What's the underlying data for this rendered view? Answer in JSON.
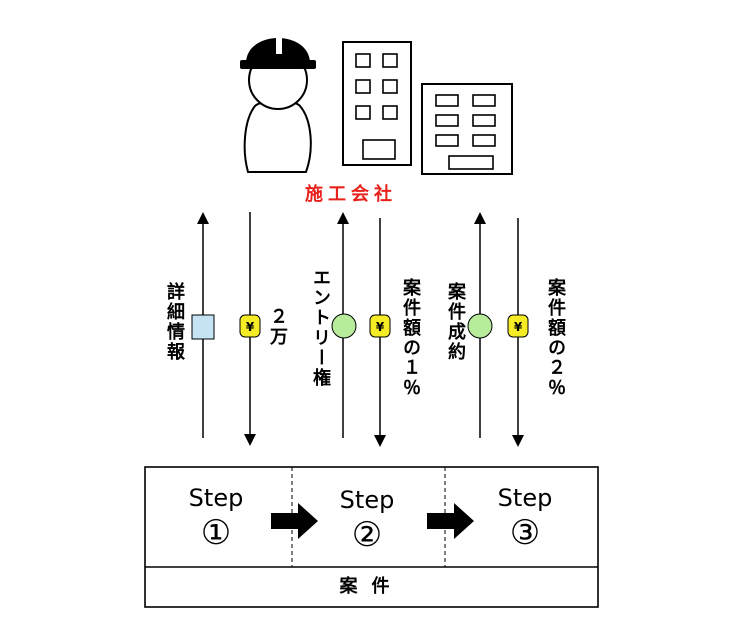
{
  "company": {
    "label": "施工会社"
  },
  "flows": {
    "detail_info": "詳細情報",
    "fee_step1": "２万",
    "entry_right": "エントリー権",
    "fee_step2": "案件額の１％",
    "contract": "案件成約",
    "fee_step3": "案件額の２％",
    "yen_symbol": "¥"
  },
  "steps": [
    {
      "label": "Step",
      "number": "①"
    },
    {
      "label": "Step",
      "number": "②"
    },
    {
      "label": "Step",
      "number": "③"
    }
  ],
  "case": {
    "label": "案件"
  },
  "colors": {
    "company_text": "#e8221b",
    "square_fill": "#c5e3f3",
    "circle_fill": "#b6ec9c",
    "coin_fill": "#f5ec25"
  }
}
